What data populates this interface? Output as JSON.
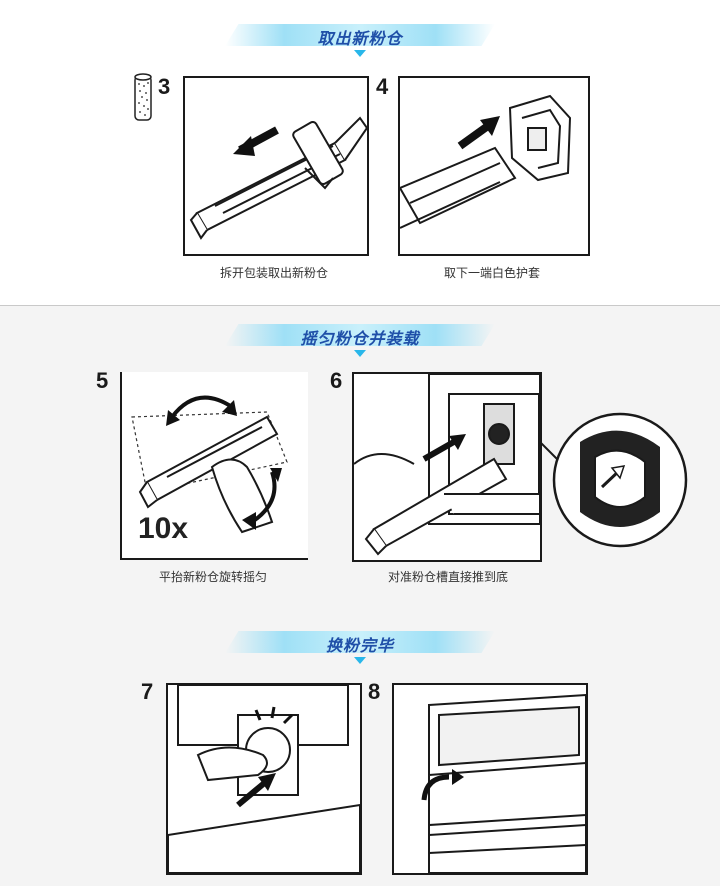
{
  "sections": [
    {
      "title": "取出新粉仓",
      "steps": [
        {
          "number": "3",
          "caption": "拆开包装取出新粉仓"
        },
        {
          "number": "4",
          "caption": "取下一端白色护套"
        }
      ]
    },
    {
      "title": "摇匀粉仓并装载",
      "steps": [
        {
          "number": "5",
          "caption": "平抬新粉仓旋转摇匀",
          "badge": "10x"
        },
        {
          "number": "6",
          "caption": "对准粉仓槽直接推到底"
        }
      ]
    },
    {
      "title": "换粉完毕",
      "steps": [
        {
          "number": "7",
          "caption": ""
        },
        {
          "number": "8",
          "caption": ""
        }
      ]
    }
  ],
  "icons": [
    "toner-cartridge-icon",
    "arrow-left-icon",
    "arrow-up-right-icon",
    "rotate-arrow-icon",
    "push-arrow-icon",
    "close-lid-arrow-icon"
  ],
  "colors": {
    "banner_text": "#1f4fa8",
    "banner_ribbon": "#9fe0f6",
    "pointer": "#29b7ea",
    "line_art": "#1a1a1a"
  }
}
